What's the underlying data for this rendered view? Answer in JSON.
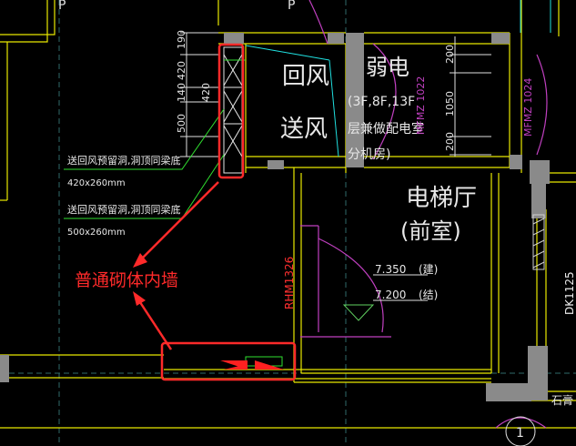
{
  "drawing": {
    "top_letters": [
      "P",
      "P"
    ],
    "rooms": {
      "return_air": "回风",
      "supply_air": "送风",
      "weak_current": "弱电",
      "weak_current_note_1": "(3F,8F,13F",
      "weak_current_note_2": "层兼做配电室",
      "weak_current_note_3": "分机房)",
      "elevator_hall": "电梯厅",
      "elevator_hall_sub": "(前室)"
    },
    "dims": {
      "left": [
        "190",
        "420",
        "140",
        "420",
        "500"
      ],
      "right": [
        "200",
        "1050",
        "200"
      ]
    },
    "notes": [
      {
        "text": "送回风预留洞,洞顶同梁底",
        "size": "420x260mm"
      },
      {
        "text": "送回风预留洞,洞顶同梁底",
        "size": "500x260mm"
      }
    ],
    "door_tags": {
      "fire_door_1": "MFMZ 1022",
      "fire_door_2": "MFMZ 1024",
      "rhm": "RHM1326",
      "dk": "DK1125"
    },
    "elevations": [
      {
        "value": "7.350",
        "type": "(建)"
      },
      {
        "value": "7.200",
        "type": "(结)"
      }
    ],
    "axis_marker": "1",
    "corner_text": "石膏"
  },
  "annotation": {
    "label": "普通砌体内墙",
    "color": "#ff2a2a"
  }
}
